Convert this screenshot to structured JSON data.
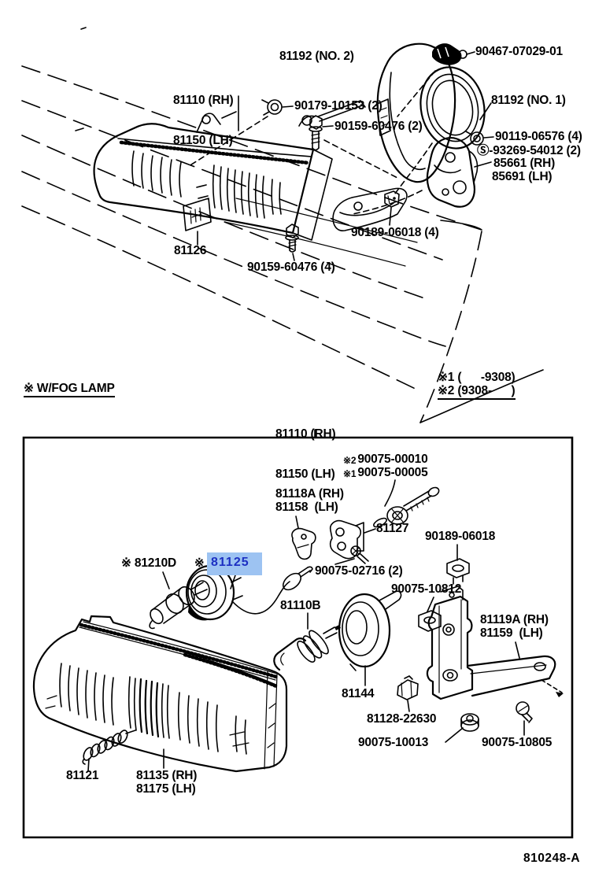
{
  "colors": {
    "ink": "#000000",
    "paper": "#ffffff",
    "highlight_bg": "#9dc3f2",
    "highlight_text": "#1c2fc2"
  },
  "top": {
    "assy": {
      "line1": "81110 (RH)",
      "line2": "81150 (LH)"
    },
    "cover2": "81192 (NO. 2)",
    "grommet": "90467-07029-01",
    "cover1": "81192 (NO. 1)",
    "screw_a": "90179-10153 (2)",
    "bolt_b": "90159-60476 (2)",
    "bolt_c": "90119-06576 (4)",
    "washer_s": "Ⓢ-93269-54012 (2)",
    "bracket_rh": "85661 (RH)",
    "bracket_lh": "85691 (LH)",
    "clip": "90189-06018 (4)",
    "emblem": "81126",
    "bolt_d": "90159-60476 (4)",
    "fog_note": "※ W/FOG LAMP",
    "note1": "※1 (      -9308)",
    "note2": "※2 (9308-      )",
    "assy2": {
      "line1": "81110 (RH)",
      "line2": "81150 (LH)"
    }
  },
  "box": {
    "screw_new": {
      "prefix": "※2",
      "number": "90075-00010"
    },
    "screw_old": {
      "prefix": "※1",
      "number": "90075-00005"
    },
    "cover_rh": "81118A (RH)",
    "cover_lh": "81158  (LH)",
    "screw_81127": "81127",
    "nut_a": "90189-06018",
    "screw_b": "90075-02716 (2)",
    "socket": "※ 81210D",
    "retainer_prefix": "※",
    "retainer": "81125",
    "bulb": "81110B",
    "nut_b": "90075-10812",
    "bracket_rh": "81119A (RH)",
    "bracket_lh": "81159  (LH)",
    "ring": "81144",
    "pad": "81128-22630",
    "nut_c": "90075-10013",
    "screw_c": "90075-10805",
    "spring": "81121",
    "lens_rh": "81135 (RH)",
    "lens_lh": "81175 (LH)"
  },
  "footer": {
    "code": "810248-A"
  }
}
